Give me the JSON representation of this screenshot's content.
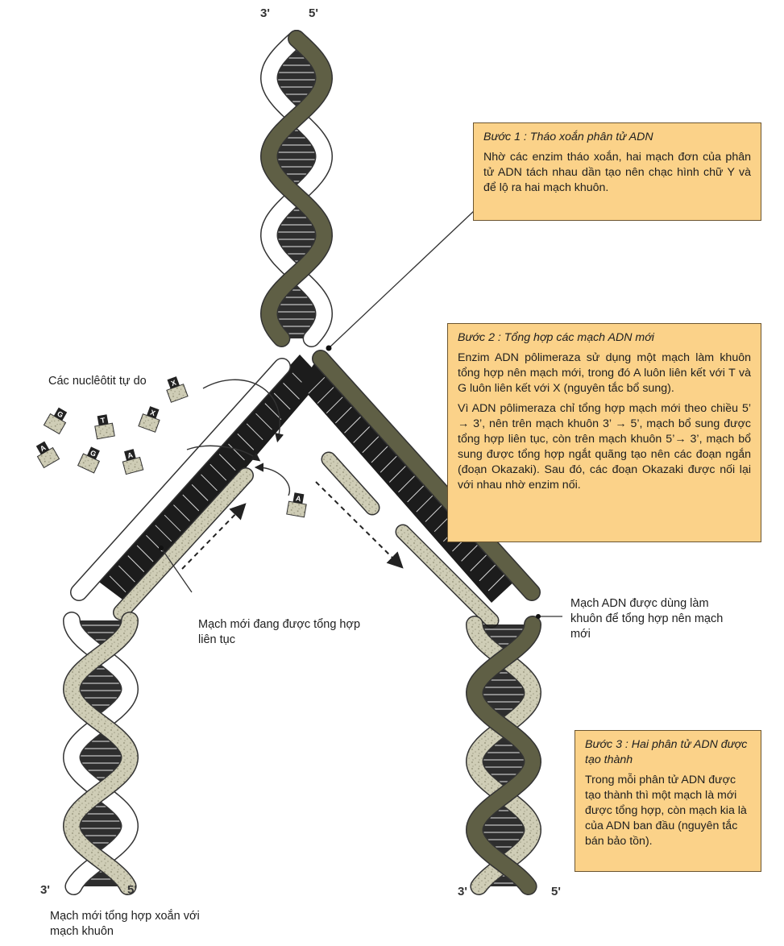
{
  "ends": {
    "top_left": "3'",
    "top_right": "5'",
    "bottom_left_left": "3'",
    "bottom_left_right": "5'",
    "bottom_right_left": "3'",
    "bottom_right_right": "5'"
  },
  "labels": {
    "free_nucleotides": "Các nuclêôtit tự do",
    "leading_strand": "Mạch mới đang được tổng hợp liên tục",
    "template_strand": "Mạch ADN được dùng làm khuôn để tổng hợp nên mạch mới",
    "new_strand_coiled": "Mạch mới tổng hợp xoắn với mạch khuôn"
  },
  "step1": {
    "title": "Bước 1 : Tháo xoắn phân tử ADN",
    "text": "Nhờ các enzim tháo xoắn, hai mạch đơn của phân tử ADN tách nhau dần tạo nên chạc hình chữ Y và để lộ ra hai mạch khuôn."
  },
  "step2": {
    "title": "Bước 2 : Tổng hợp các mạch ADN mới",
    "text1": "Enzim ADN pôlimeraza sử dụng một mạch làm khuôn tổng hợp nên mạch mới, trong đó A luôn liên kết với T và G luôn liên kết với X (nguyên tắc bổ sung).",
    "text2": "Vì ADN pôlimeraza chỉ tổng hợp mạch mới theo chiều 5’ → 3’, nên trên mạch khuôn 3’ → 5’, mạch bổ sung được tổng hợp liên tục, còn trên mạch khuôn 5’→ 3’, mạch bổ sung được tổng hợp ngắt quãng tạo nên các đoạn ngắn (đoạn Okazaki). Sau đó, các đoạn Okazaki được nối lại với nhau nhờ enzim nối."
  },
  "step3": {
    "title": "Bước 3 : Hai phân tử ADN được tạo thành",
    "text": "Trong mỗi phân tử ADN được tạo thành thì một mạch là mới được tổng hợp, còn mạch kia là của ADN ban đầu (nguyên tắc bán bảo tồn)."
  },
  "nucleotide_letters": [
    "X",
    "G",
    "T",
    "X",
    "A",
    "G",
    "A",
    "A"
  ],
  "colors": {
    "dark_strand": "#5f5f45",
    "light_strand": "#ffffff",
    "new_strand": "#c9c7ae",
    "base_pair_bg": "#1c1c1c",
    "box_fill": "#fbd289"
  }
}
